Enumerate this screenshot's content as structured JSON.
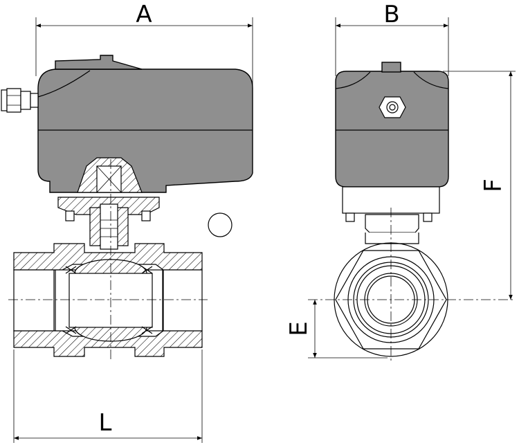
{
  "dimensions": {
    "A": "A",
    "B": "B",
    "F": "F",
    "E": "E",
    "L": "L"
  },
  "colors": {
    "actuator": "#8f8f8f",
    "line": "#000000",
    "background": "#ffffff"
  }
}
